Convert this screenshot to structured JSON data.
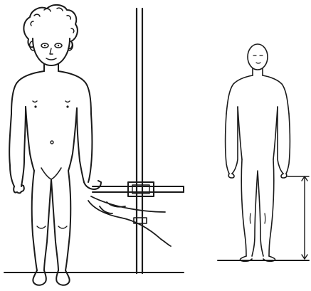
{
  "colors": {
    "background": "#ffffff",
    "ink": "#1a1a1a"
  },
  "figure": {
    "left": {
      "subject": "child-figure",
      "instrument": "anthropometer",
      "hand": "examiner-hand"
    },
    "right": {
      "subject": "adult-figure-outline",
      "annotation": "fingertip-height-dimension-line"
    }
  }
}
